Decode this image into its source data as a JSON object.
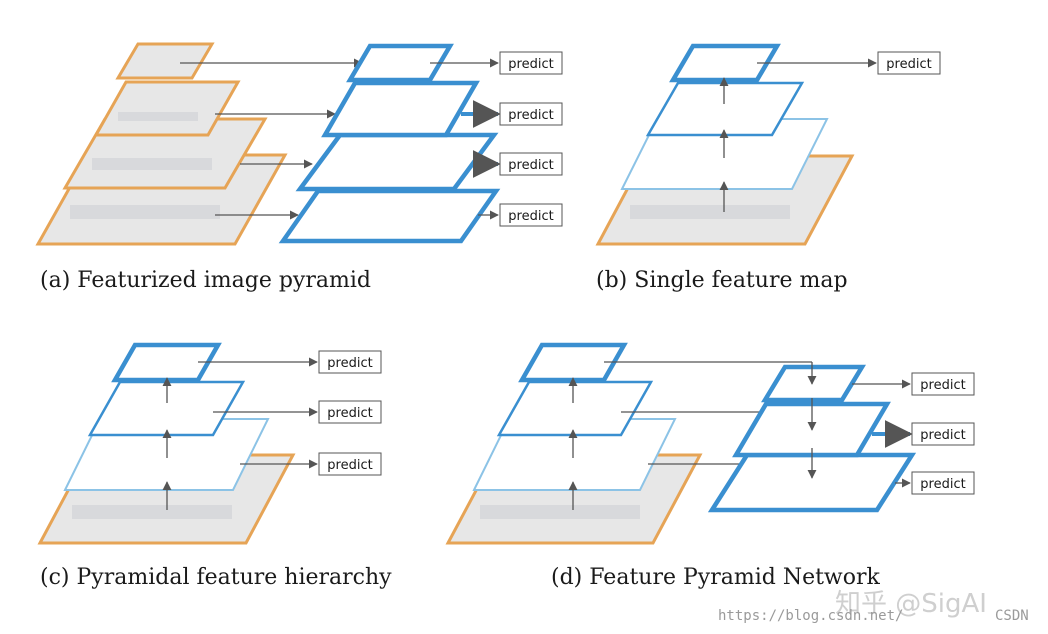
{
  "panels": {
    "a": {
      "caption": "(a) Featurized image pyramid",
      "predict": [
        "predict",
        "predict",
        "predict",
        "predict"
      ]
    },
    "b": {
      "caption": "(b) Single feature map",
      "predict": [
        "predict"
      ]
    },
    "c": {
      "caption": "(c) Pyramidal feature hierarchy",
      "predict": [
        "predict",
        "predict",
        "predict"
      ]
    },
    "d": {
      "caption": "(d) Feature Pyramid Network",
      "predict": [
        "predict",
        "predict",
        "predict"
      ]
    }
  },
  "watermark": {
    "url": "https://blog.csdn.net/",
    "brand": "知乎 @SigAI",
    "suffix": "CSDN"
  },
  "colors": {
    "image_border": "#e6a456",
    "image_fill": "#e7e7e7",
    "feature_blue": "#3a8fd0",
    "feature_blue_light": "#8cc3e6",
    "arrow": "#555555",
    "text": "#1a1a1a"
  }
}
